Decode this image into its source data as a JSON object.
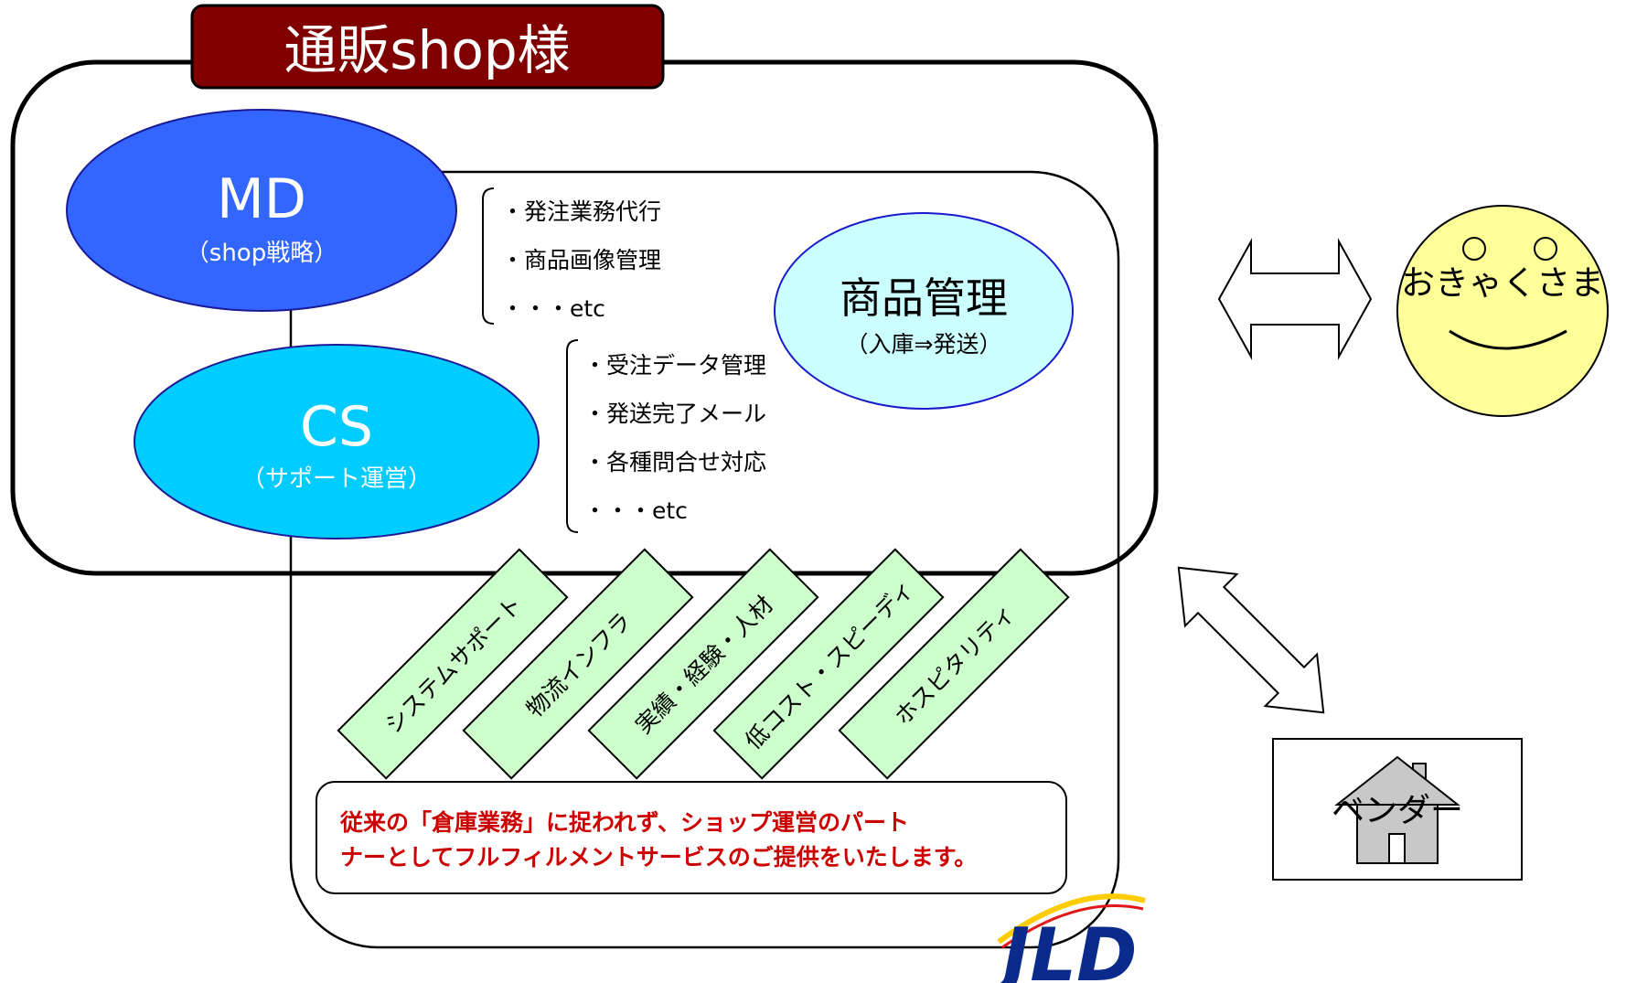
{
  "shop": {
    "title": "通販shop様"
  },
  "md": {
    "title": "MD",
    "subtitle": "（shop戦略）",
    "tasks": [
      "・発注業務代行",
      "・商品画像管理",
      "・・・etc"
    ]
  },
  "cs": {
    "title": "CS",
    "subtitle": "（サポート運営）",
    "tasks": [
      "・受注データ管理",
      "・発送完了メール",
      "・各種問合せ対応",
      "・・・etc"
    ]
  },
  "product": {
    "title": "商品管理",
    "subtitle": "（入庫⇒発送）"
  },
  "customer": {
    "label": "おきゃくさま"
  },
  "vendor": {
    "label": "ベンダー"
  },
  "pillars": [
    "システムサポート",
    "物流インフラ",
    "実績・経験・人材",
    "低コスト・スピーディ",
    "ホスピタリティ"
  ],
  "message": {
    "line1": "従来の「倉庫業務」に捉われず、ショップ運営のパート",
    "line2": "ナーとしてフルフィルメントサービスのご提供をいたします。"
  },
  "logo": {
    "text": "JLD"
  },
  "colors": {
    "title_bg": "#800000",
    "md_fill": "#3366ff",
    "cs_fill": "#00ccff",
    "product_fill": "#ccffff",
    "smiley_fill": "#ffff99",
    "pillar_fill": "#ccffcc",
    "message_text": "#cc0000",
    "logo_blue": "#0a2a8c"
  }
}
